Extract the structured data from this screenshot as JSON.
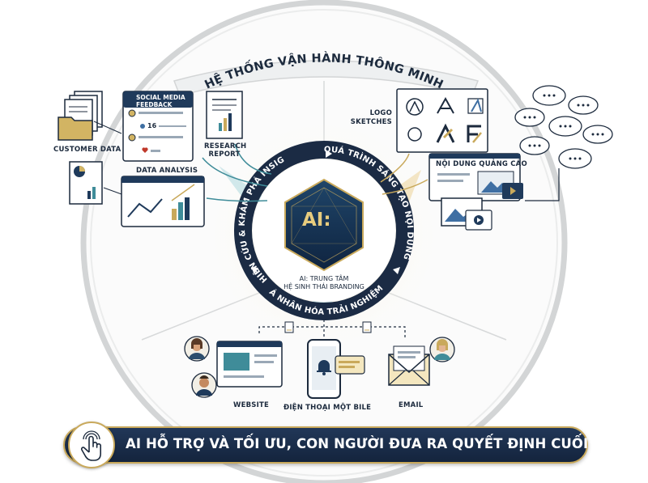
{
  "header": {
    "title": "HỆ THỐNG VẬN HÀNH THÔNG MINH"
  },
  "core": {
    "logo_text": "AI:",
    "caption_line1": "AI: TRUNG TÂM",
    "caption_line2": "HỆ SINH THÁI BRANDING"
  },
  "ring": {
    "left_arc": "NGHIÊN CỨU & KHÁM PHÁ INSIGHT",
    "right_arc": "QUÁ TRÌNH SÁNG TẠO NỘI DUNG",
    "bottom_arc": "CÁ NHÂN HÓA TRẢI NGHIỆM"
  },
  "research": {
    "customer_data": "CUSTOMER DATA",
    "social_feedback_line1": "SOCIAL MEDIA",
    "social_feedback_line2": "FEEDBACK",
    "like_count": "16",
    "research_line1": "RESEARCH",
    "research_line2": "REPORT",
    "data_analysis": "DATA ANALYSIS"
  },
  "creative": {
    "logo_line1": "LOGO",
    "logo_line2": "SKETCHES",
    "ads_content": "NỘI DUNG QUẢNG CÁO"
  },
  "channels": {
    "website": "WEBSITE",
    "mobile": "ĐIỆN THOẠI MỘT BILE",
    "email": "EMAIL"
  },
  "footer": {
    "banner": "AI HỖ TRỢ VÀ TỐI ƯU, CON NGƯỜI ĐƯA RA QUYẾT ĐỊNH CUỐI CÙNG"
  },
  "colors": {
    "navy": "#1c2a3d",
    "gold": "#c9a95b",
    "teal": "#3f8c99",
    "hexagon": "#15304f"
  }
}
